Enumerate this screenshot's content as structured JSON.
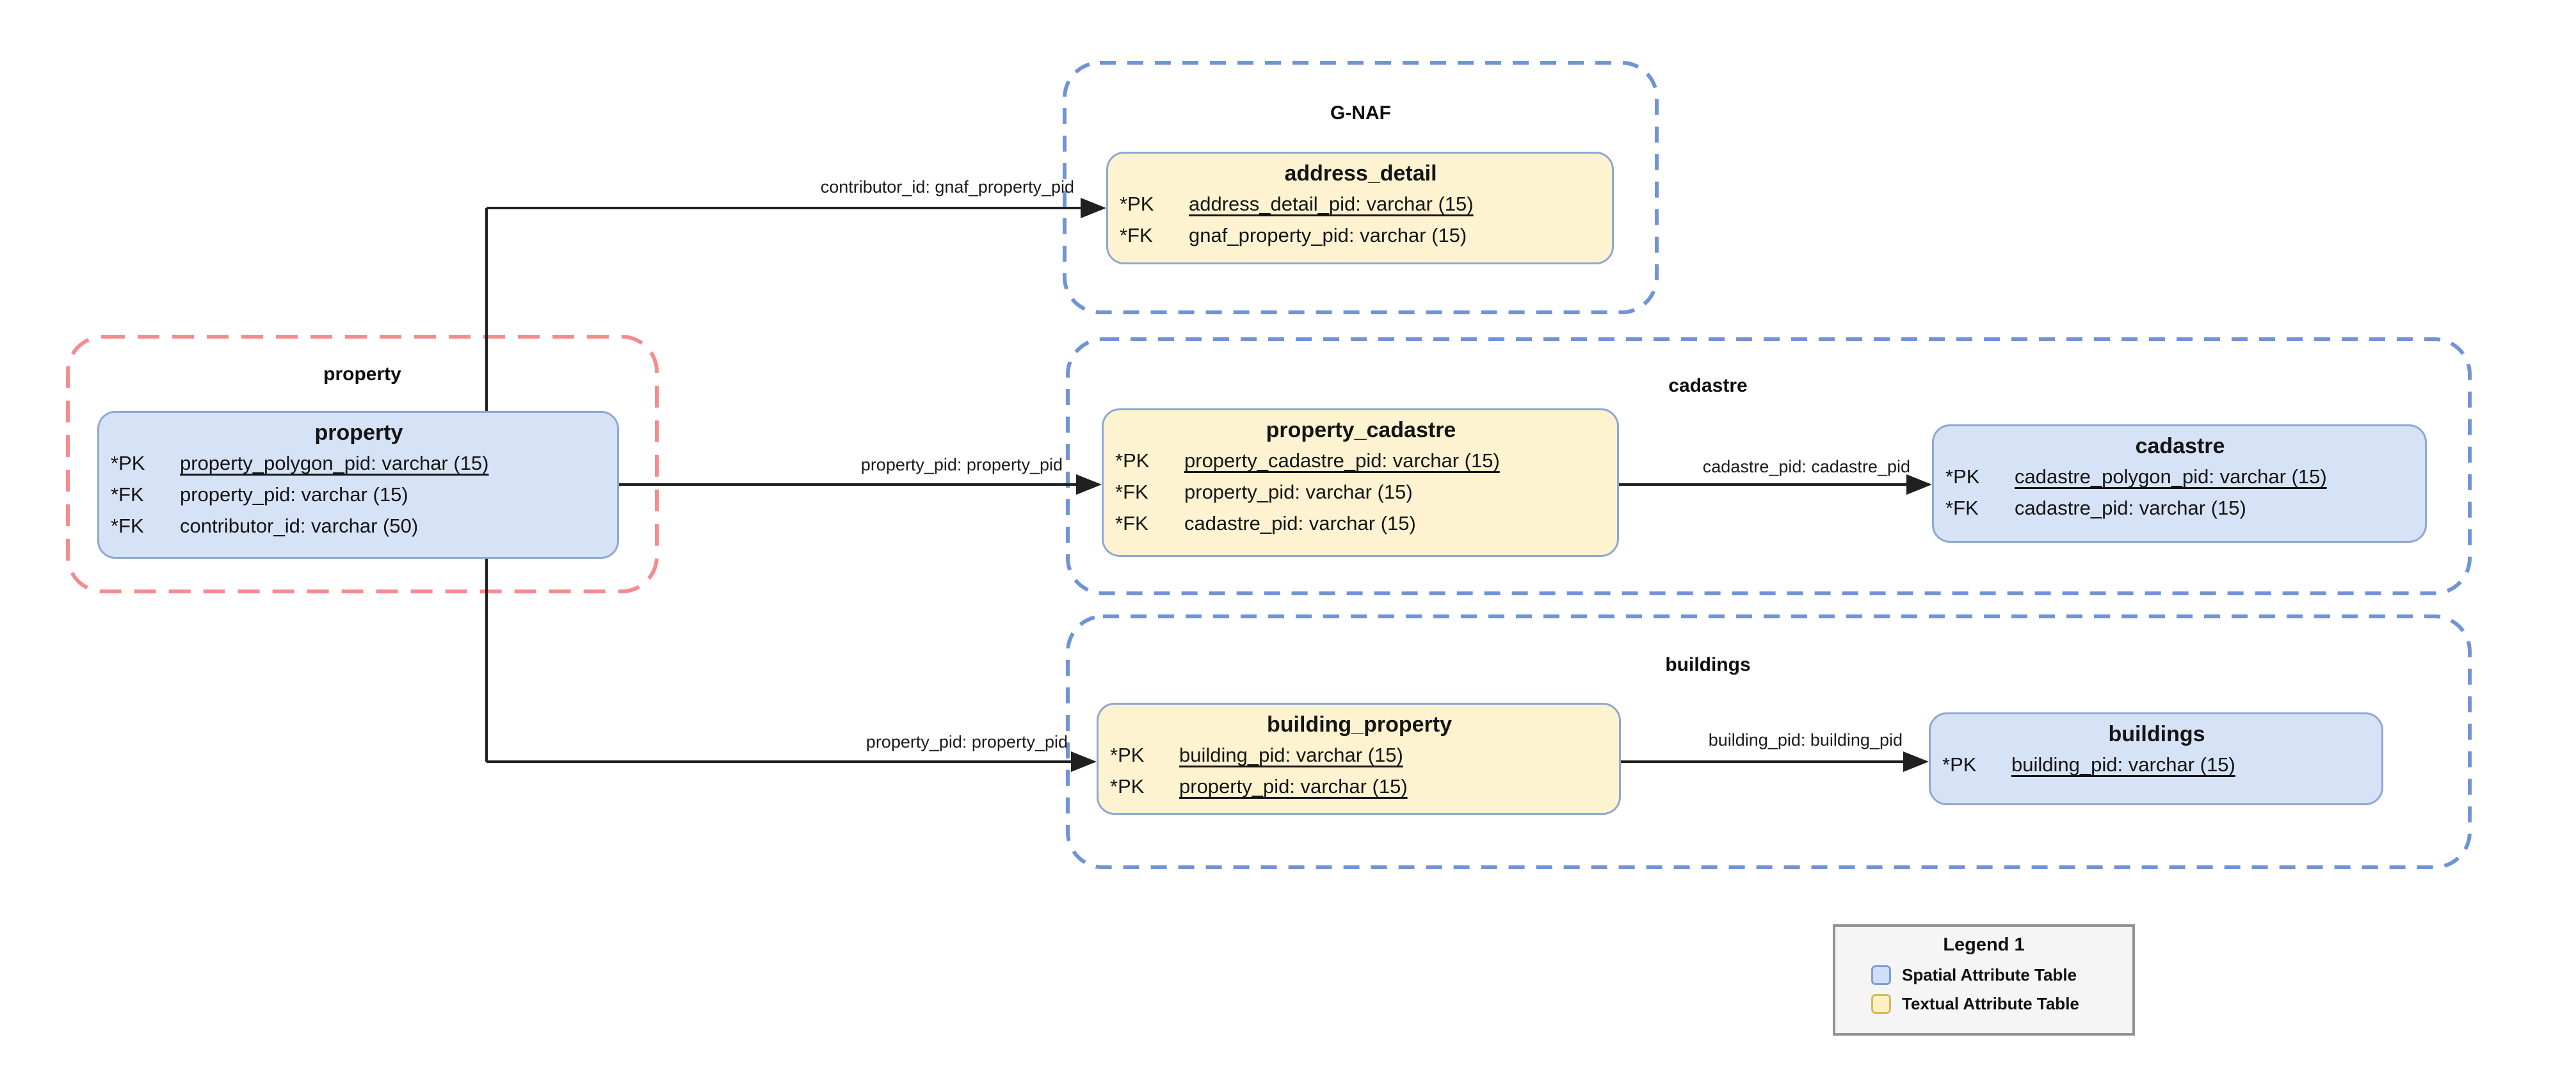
{
  "groups": {
    "property": {
      "label": "property"
    },
    "gnaf": {
      "label": "G-NAF"
    },
    "cadastre": {
      "label": "cadastre"
    },
    "buildings": {
      "label": "buildings"
    }
  },
  "tables": {
    "property": {
      "title": "property",
      "rows": [
        {
          "key": "*PK",
          "attr": "property_polygon_pid: varchar (15)",
          "pk": true
        },
        {
          "key": "*FK",
          "attr": "property_pid: varchar (15)",
          "pk": false
        },
        {
          "key": "*FK",
          "attr": "contributor_id: varchar (50)",
          "pk": false
        }
      ]
    },
    "address_detail": {
      "title": "address_detail",
      "rows": [
        {
          "key": "*PK",
          "attr": "address_detail_pid: varchar (15)",
          "pk": true
        },
        {
          "key": "*FK",
          "attr": "gnaf_property_pid: varchar (15)",
          "pk": false
        }
      ]
    },
    "property_cadastre": {
      "title": "property_cadastre",
      "rows": [
        {
          "key": "*PK",
          "attr": "property_cadastre_pid: varchar (15)",
          "pk": true
        },
        {
          "key": "*FK",
          "attr": "property_pid: varchar (15)",
          "pk": false
        },
        {
          "key": "*FK",
          "attr": "cadastre_pid: varchar (15)",
          "pk": false
        }
      ]
    },
    "cadastre": {
      "title": "cadastre",
      "rows": [
        {
          "key": "*PK",
          "attr": "cadastre_polygon_pid: varchar (15)",
          "pk": true
        },
        {
          "key": "*FK",
          "attr": "cadastre_pid: varchar (15)",
          "pk": false
        }
      ]
    },
    "building_property": {
      "title": "building_property",
      "rows": [
        {
          "key": "*PK",
          "attr": "building_pid: varchar (15)",
          "pk": true
        },
        {
          "key": "*PK",
          "attr": "property_pid: varchar (15)",
          "pk": true
        }
      ]
    },
    "buildings": {
      "title": "buildings",
      "rows": [
        {
          "key": "*PK",
          "attr": "building_pid: varchar (15)",
          "pk": true
        }
      ]
    }
  },
  "connectors": {
    "property_to_address_detail": {
      "label": "contributor_id: gnaf_property_pid"
    },
    "property_to_property_cadastre": {
      "label": "property_pid: property_pid"
    },
    "property_to_building_property": {
      "label": "property_pid: property_pid"
    },
    "property_cadastre_to_cadastre": {
      "label": "cadastre_pid: cadastre_pid"
    },
    "building_property_to_buildings": {
      "label": "building_pid: building_pid"
    }
  },
  "legend": {
    "title": "Legend 1",
    "entries": [
      {
        "label": "Spatial Attribute Table",
        "swatch_fill": "#cfe0f6",
        "swatch_border": "#7c9ed9"
      },
      {
        "label": "Textual Attribute Table",
        "swatch_fill": "#fcf0c2",
        "swatch_border": "#d4ba5e"
      }
    ]
  },
  "colors": {
    "spatial_table_fill": "#d6e2f6",
    "textual_table_fill": "#fdf3d0",
    "table_border": "#8fa7d2",
    "red_group_border": "#f68b8e",
    "blue_group_border": "#7093d8",
    "connector_line": "#202020",
    "legend_background": "#f5f5f5"
  }
}
